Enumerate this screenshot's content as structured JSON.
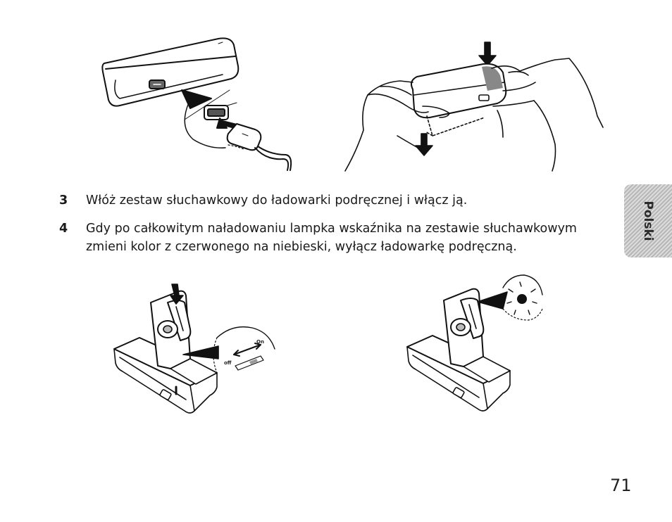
{
  "steps": [
    {
      "number": "3",
      "text": "Włóż zestaw słuchawkowy do ładowarki podręcznej i włącz ją."
    },
    {
      "number": "4",
      "text": "Gdy po całkowitym naładowaniu lampka wskaźnika na zestawie słuchawkowym zmieni kolor z czerwonego na niebieski, wyłącz ładowarkę podręczną."
    }
  ],
  "side_tab": {
    "label": "Polski"
  },
  "switch_labels": {
    "on": "On",
    "off": "off"
  },
  "page_number": "71",
  "colors": {
    "text": "#1a1a1a",
    "tab_stripe_dark": "#b7b7b7",
    "tab_stripe_light": "#dcdcdc",
    "indicator_light": "#111111"
  }
}
